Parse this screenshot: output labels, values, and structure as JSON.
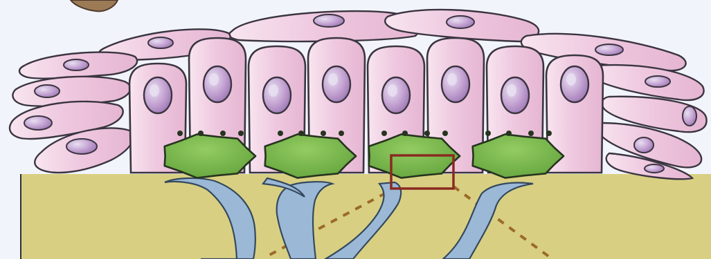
{
  "colors": {
    "background": "#f2f4fb",
    "connective_tissue": "#d8cf82",
    "connective_outline": "#2f2f3c",
    "cell_fill": "#efc9e0",
    "cell_highlight": "#f8e5ef",
    "cell_outline": "#3a3540",
    "nucleus_fill": "#b98fc7",
    "nucleus_highlight": "#e8dff1",
    "bud_fill": "#79b94b",
    "bud_outline": "#26341f",
    "vessel_fill": "#9bb9d6",
    "vessel_outline": "#34495f",
    "highlight_box": "#8a2a21",
    "dashed_line": "#9b6a2b",
    "corner_shape": "#9c7a55"
  },
  "counts": {
    "columnar_cells": 8,
    "green_buds": 4,
    "vessel_branches": 4
  }
}
